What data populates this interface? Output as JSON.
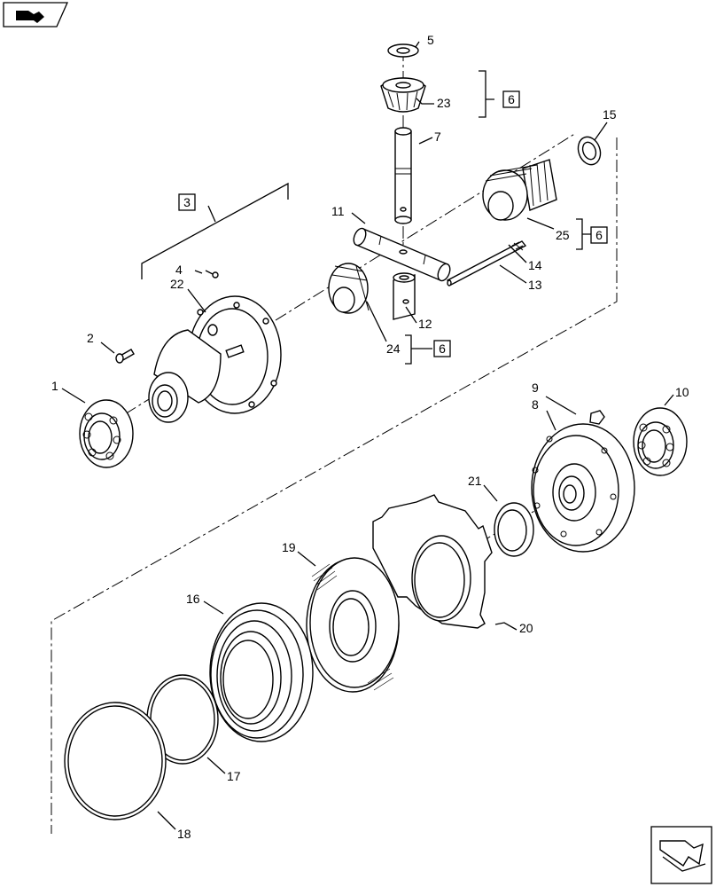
{
  "callouts": {
    "c1": "1",
    "c2": "2",
    "c3": "3",
    "c4": "4",
    "c5": "5",
    "c6a": "6",
    "c6b": "6",
    "c6c": "6",
    "c7": "7",
    "c8": "8",
    "c9": "9",
    "c10": "10",
    "c11": "11",
    "c12": "12",
    "c13": "13",
    "c14": "14",
    "c15": "15",
    "c16": "16",
    "c17": "17",
    "c18": "18",
    "c19": "19",
    "c20": "20",
    "c21": "21",
    "c22": "22",
    "c23": "23",
    "c24": "24",
    "c25": "25"
  },
  "icons": {
    "top_left": "book-arrow-icon",
    "bottom_right": "next-page-arrow-icon"
  }
}
